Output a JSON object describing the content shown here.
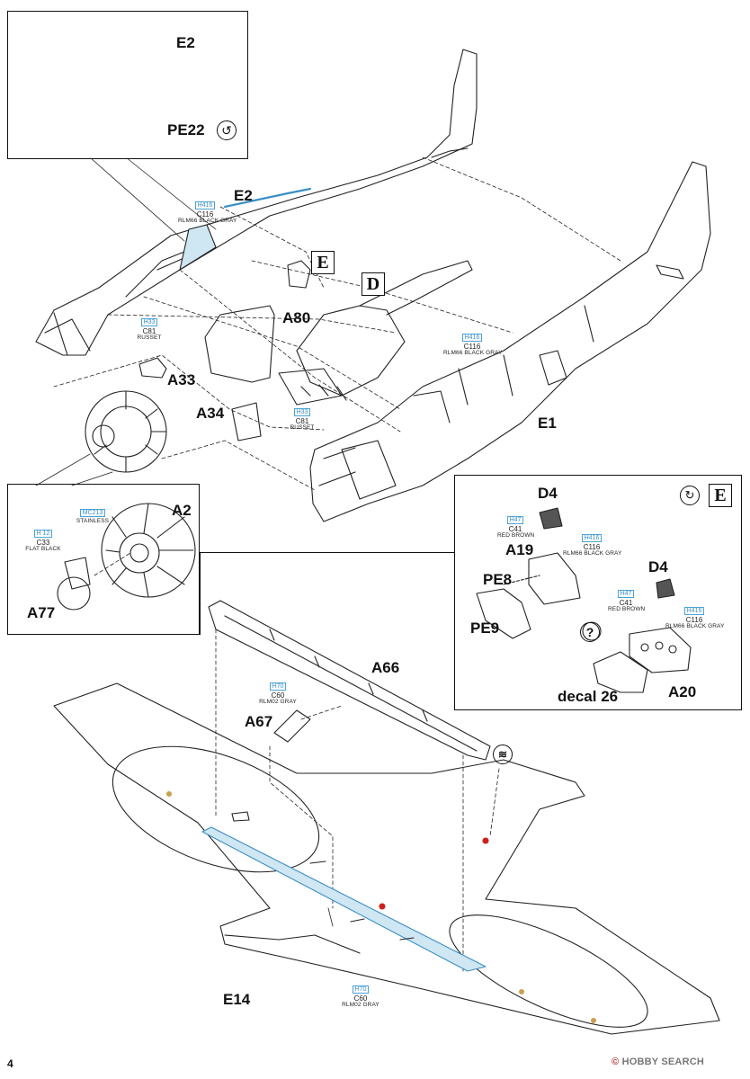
{
  "page_number": "4",
  "watermark": "HOBBY SEARCH",
  "watermark_logo": "©",
  "callout_boxes": {
    "top_left": {
      "part": "E2",
      "pe": "PE22"
    },
    "left_middle": {
      "parts": [
        "A2",
        "A77"
      ]
    },
    "right_middle": {
      "parts": [
        "D4",
        "A19",
        "PE8",
        "PE9",
        "D4",
        "A20"
      ],
      "decal": "decal 26",
      "sprue_letter": "E"
    }
  },
  "sprue_letters": {
    "e": "E",
    "d": "D"
  },
  "part_labels": {
    "e2": "E2",
    "a80": "A80",
    "a33": "A33",
    "a34": "A34",
    "e1": "E1",
    "a66": "A66",
    "a67": "A67",
    "e14": "E14",
    "a2": "A2",
    "a77": "A77",
    "d4a": "D4",
    "a19": "A19",
    "pe8": "PE8",
    "pe9": "PE9",
    "d4b": "D4",
    "a20": "A20"
  },
  "paint_callouts": {
    "rlm66_top": {
      "code": "H416",
      "num": "C116",
      "name": "RLM66 BLACK GRAY"
    },
    "russet_a33": {
      "code": "H33",
      "num": "C81",
      "name": "RUSSET"
    },
    "russet_a34": {
      "code": "H33",
      "num": "C81",
      "name": "RUSSET"
    },
    "rlm66_e1": {
      "code": "H416",
      "num": "C116",
      "name": "RLM66 BLACK GRAY"
    },
    "stainless": {
      "code": "MC213",
      "num": "",
      "name": "STAINLESS"
    },
    "flat_black": {
      "code": "H 12",
      "num": "C33",
      "name": "FLAT BLACK"
    },
    "red_brown_1": {
      "code": "H47",
      "num": "C41",
      "name": "RED BROWN"
    },
    "rlm66_d4a": {
      "code": "H416",
      "num": "C116",
      "name": "RLM66 BLACK GRAY"
    },
    "red_brown_2": {
      "code": "H47",
      "num": "C41",
      "name": "RED BROWN"
    },
    "rlm66_d4b": {
      "code": "H416",
      "num": "C116",
      "name": "RLM66 BLACK GRAY"
    },
    "rlm02_a66": {
      "code": "H70",
      "num": "C60",
      "name": "RLM02 GRAY"
    },
    "rlm02_e14": {
      "code": "H70",
      "num": "C60",
      "name": "RLM02 GRAY"
    }
  },
  "colors": {
    "ink": "#111111",
    "paint_blue": "#3b8fc4",
    "highlight_blue": "#bfe0f2",
    "marker_red": "#d0201c"
  },
  "icons": [
    "rotate-arrow-icon",
    "question-mark-icon",
    "spring-coil-icon",
    "flip-over-icon"
  ]
}
